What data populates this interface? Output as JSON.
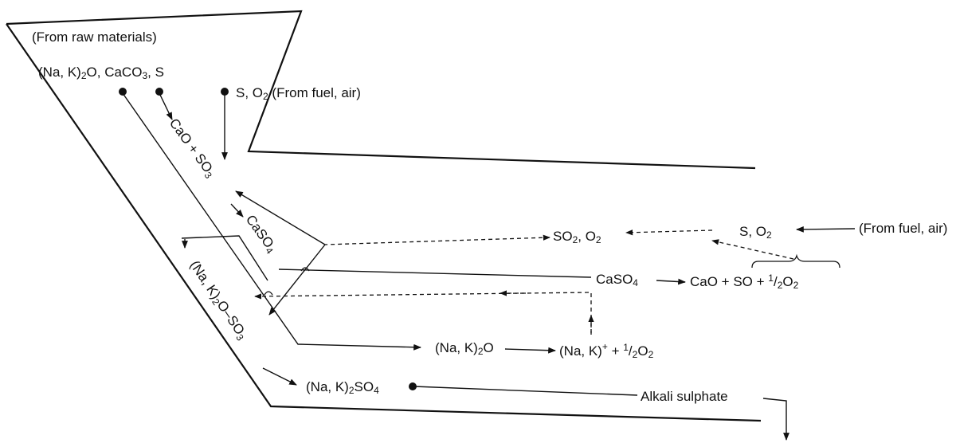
{
  "labels": {
    "from_raw": "(From raw materials)",
    "raw_na_k": "(Na, K)",
    "raw_sub2": "2",
    "raw_o_caco": "O, CaCO",
    "raw_sub3": "3",
    "raw_s": ", S",
    "fuel_s": "S, O",
    "fuel_sub2": "2",
    "fuel_src": " (From fuel, air)",
    "cao_so3_a": "CaO + SO",
    "cao_so3_sub": "3",
    "caso4_a": "CaSO",
    "caso4_sub": "4",
    "alk_a": "(Na, K)",
    "alk_sub2": "2",
    "alk_b": "O–SO",
    "alk_sub3": "3",
    "so2o2_a": "SO",
    "so2o2_sub": "2",
    "so2o2_b": ", O",
    "so2o2_sub2": "2",
    "right_s": "S, O",
    "right_sub": "2",
    "right_src": "(From fuel, air)",
    "caso4_mid_a": "CaSO",
    "caso4_mid_sub": "4",
    "decomp_a": "CaO + SO + ",
    "decomp_half": "1",
    "decomp_b": "/",
    "decomp_sub2": "2",
    "decomp_o": "O",
    "decomp_sub3": "2",
    "nako_a": "(Na, K)",
    "nako_sub": "2",
    "nako_b": "O",
    "ion_a": "(Na, K)",
    "ion_sup": "+",
    "ion_b": "  + ",
    "ion_half": "1",
    "ion_c": "/",
    "ion_sub2": "2",
    "ion_o": "O",
    "ion_sub3": "2",
    "sulf_a": "(Na, K)",
    "sulf_sub2": "2",
    "sulf_b": "SO",
    "sulf_sub4": "4",
    "alkali_sulphate": "Alkali sulphate"
  }
}
